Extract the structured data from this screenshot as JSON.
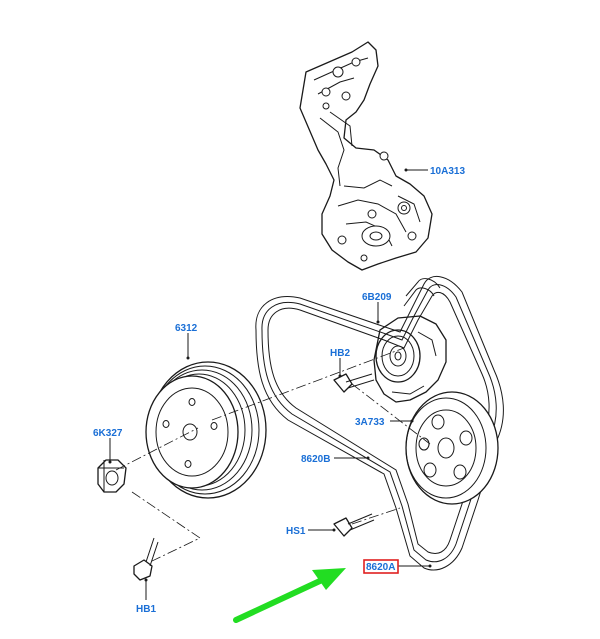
{
  "diagram": {
    "labels": {
      "bracket": "10A313",
      "tensioner": "6B209",
      "tensioner_bolt": "HB2",
      "idler_pulley": "3A733",
      "crank_pulley": "6312",
      "nut": "6K327",
      "aux_belt": "8620B",
      "bolt_hs1": "HS1",
      "main_belt": "8620A",
      "bolt_hb1": "HB1"
    },
    "highlight": {
      "target": "8620A",
      "box_color": "#e02020"
    },
    "colors": {
      "label_text": "#1a6fd6",
      "arrow": "#22dd22",
      "linework": "#1a1a1a"
    }
  }
}
